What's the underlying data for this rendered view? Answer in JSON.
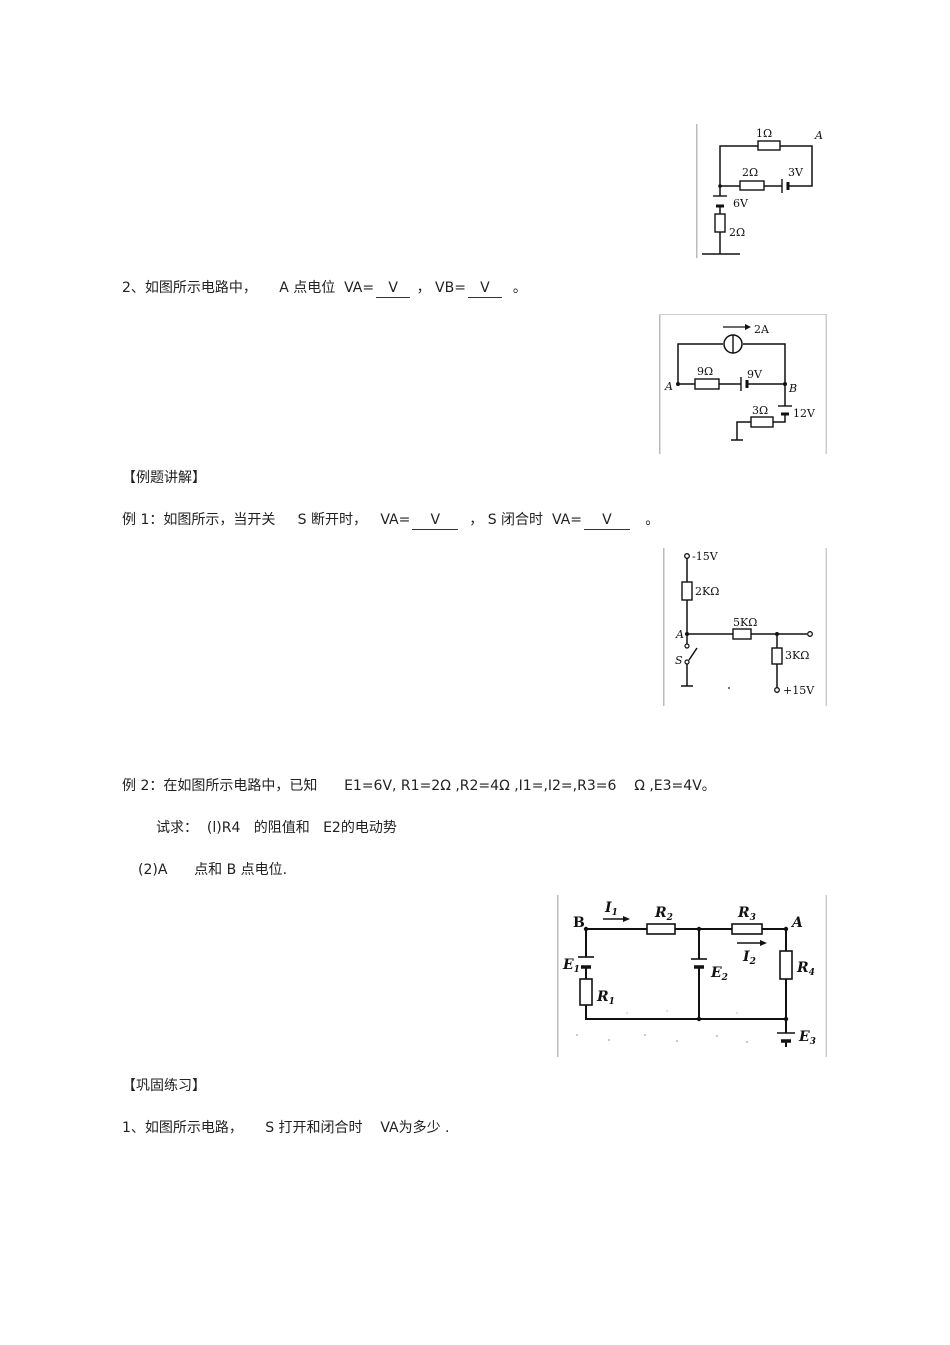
{
  "q2": {
    "prefix": "2、如图所示电路中，",
    "a_label": "A 点电位",
    "va": "VA=",
    "va_unit": "V",
    "sep": "，",
    "vb": "VB=",
    "vb_unit": "V",
    "end": "。"
  },
  "sec_examples": "【例题讲解】",
  "ex1": {
    "prefix": "例 1：如图所示，当开关",
    "s_open": "S 断开时，",
    "va1": "VA=",
    "unit1": "V",
    "sep": "，",
    "s_closed": "S 闭合时",
    "va2": "VA=",
    "unit2": "V",
    "end": "。"
  },
  "ex2": {
    "prefix": "例 2：在如图所示电路中，已知",
    "given": "E1=6V,  R1=2Ω ,R2=4Ω ,I1=,I2=,R3=6",
    "tail": "Ω ,E3=4V。",
    "ask_label": "试求：",
    "ask1": "(l)R4",
    "ask1b": "的阻值和",
    "ask1c": "E2的电动势",
    "ask2": "(2)A",
    "ask2b": "点和  B 点电位."
  },
  "sec_practice": "【巩固练习】",
  "p1": {
    "prefix": "1、如图所示电路，",
    "mid": "S 打开和闭合时",
    "end": "VA为多少 ."
  },
  "fig1": {
    "r_top": "1Ω",
    "r_mid": "2Ω",
    "v_mid": "3V",
    "v_bat": "6V",
    "r_bot": "2Ω",
    "node_a": "A"
  },
  "fig2": {
    "cur": "2A",
    "r1": "9Ω",
    "v1": "9V",
    "node_a": "A",
    "node_b": "B",
    "r2": "3Ω",
    "v2": "12V"
  },
  "fig3": {
    "v_top": "-15V",
    "r1": "2KΩ",
    "node_a": "A",
    "r2": "5KΩ",
    "switch": "S",
    "r3": "3KΩ",
    "v_bot": "+15V"
  },
  "fig4": {
    "node_b": "B",
    "i1": "I",
    "i1_sub": "1",
    "r2": "R",
    "r2_sub": "2",
    "r3": "R",
    "r3_sub": "3",
    "node_a": "A",
    "i2": "I",
    "i2_sub": "2",
    "e1": "E",
    "e1_sub": "1",
    "e2": "E",
    "e2_sub": "2",
    "r1": "R",
    "r1_sub": "1",
    "r4": "R",
    "r4_sub": "4",
    "e3": "E",
    "e3_sub": "3"
  }
}
